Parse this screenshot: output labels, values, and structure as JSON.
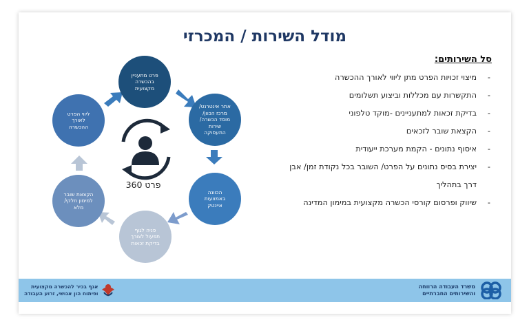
{
  "title": "מודל השירות / המכרזי",
  "cycle": {
    "center_label": "פרט 360",
    "steps": [
      "פרט מתעניין\nבהכשרה\nמקצועית",
      "אתר אינטרנט/\nמרכז הכוון/\nמוסד הכשרה/\nשירות\nהתעסוקה",
      "הכוונה\nבאמצעות\nאיינטק",
      "פניה לגוף\nתפעול לצורך\nבדיקת זכאות",
      "הקצאת שובר\nלמימון חלקי/\nמלא",
      "ליווי הפרט\nלאורך\nההכשרה"
    ]
  },
  "services": {
    "heading": "סל השירותים:",
    "items": [
      "מיצוי זכויות הפרט מתן ליווי לאורך ההכשרה",
      "התקשרות עם מכללות וביצוע תשלומים",
      "בדיקת זכאות למתעניינים -מוקד טלפוני",
      "הקצאת שובר לזכאים",
      "איסוף נתונים - הקמת מערכת ייעודית",
      "יצירת בסיס נתונים על הפרט/ השובר בכל נקודת זמן/ אבן",
      "דרך בתהליך",
      "שיווק ופרסום קורסי הכשרה מקצועית במימון המדינה"
    ]
  },
  "footer": {
    "ministry_line1": "משרד העבודה הרווחה",
    "ministry_line2": "והשירותים החברתיים",
    "division_line1": "אגף בכיר להכשרה מקצועית",
    "division_line2": "ופיתוח הון אנושי, זרוע העבודה"
  },
  "colors": {
    "title": "#1f3864",
    "footer_bg": "#8ec5e9",
    "arrow": "#3b7cbc"
  },
  "icons": [
    "person-icon",
    "cycle-arrows-icon",
    "ministry-logo-icon",
    "division-logo-icon"
  ]
}
